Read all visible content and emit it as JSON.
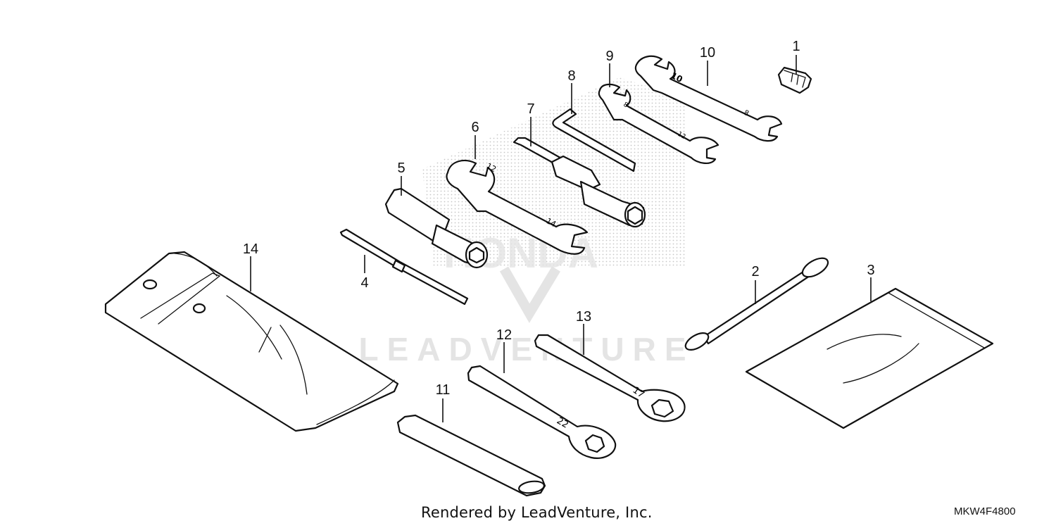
{
  "footer": {
    "credit": "Rendered by LeadVenture, Inc.",
    "code": "MKW4F4800"
  },
  "watermark": {
    "text": "LEADVENTURE",
    "brand": "HONDA"
  },
  "colors": {
    "line": "#111111",
    "watermark": "#e4e4e4",
    "background": "#ffffff"
  },
  "callouts": {
    "c1": "1",
    "c2": "2",
    "c3": "3",
    "c4": "4",
    "c5": "5",
    "c6": "6",
    "c7": "7",
    "c8": "8",
    "c9": "9",
    "c10": "10",
    "c11": "11",
    "c12": "12",
    "c13": "13",
    "c14": "14"
  },
  "stamps": {
    "w10a": "10",
    "w10b": "8",
    "w9a": "8",
    "w9b": "12",
    "w6a": "12",
    "w6b": "14",
    "w12": "22",
    "w13": "17"
  }
}
